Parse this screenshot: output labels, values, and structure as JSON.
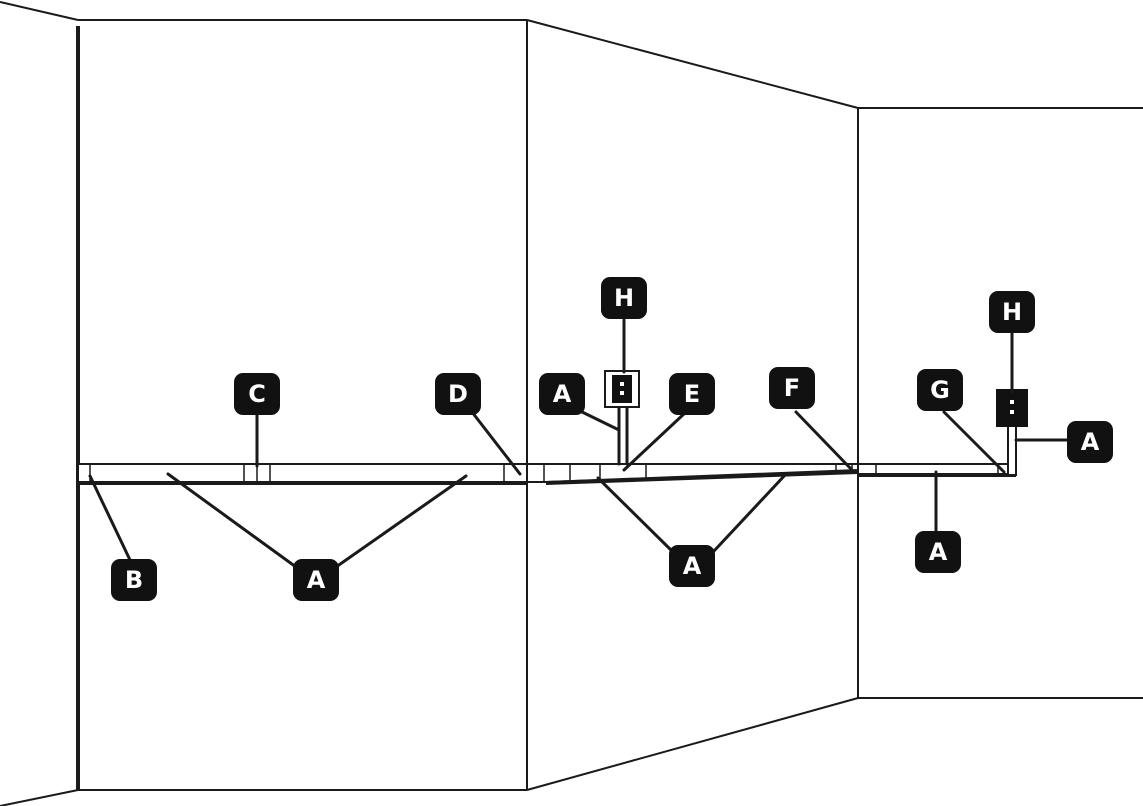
{
  "callouts": {
    "b_left": "B",
    "a_left": "A",
    "c": "C",
    "d": "D",
    "a_mid_top": "A",
    "h_mid": "H",
    "e": "E",
    "a_mid_bottom": "A",
    "f": "F",
    "g": "G",
    "h_right": "H",
    "a_right_top": "A",
    "a_right_bottom": "A"
  }
}
